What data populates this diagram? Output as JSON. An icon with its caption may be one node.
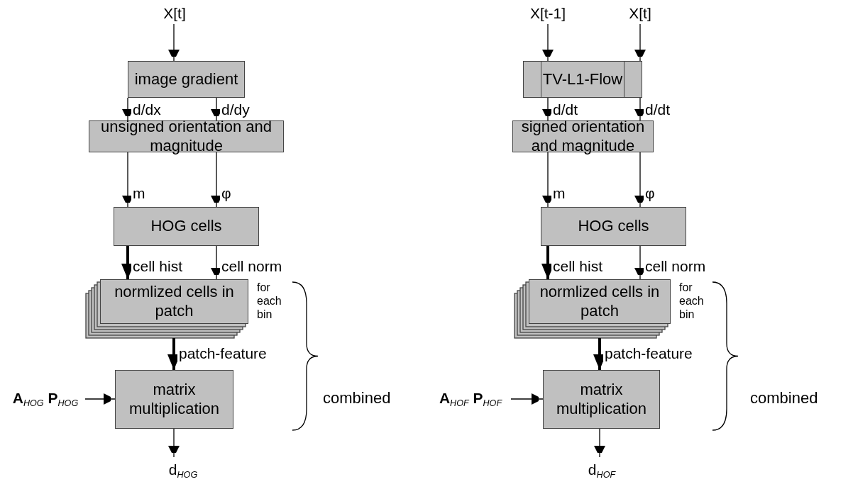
{
  "diagram": {
    "nodes": [
      {
        "text": [
          "X[t]"
        ]
      },
      {
        "text": [
          "image gradient"
        ]
      },
      {
        "text": [
          "unsigned orientation and magnitude"
        ]
      },
      {
        "text": [
          "HOG cells"
        ]
      },
      {
        "text": [
          "normlized cells in patch"
        ],
        "beside": [
          "for each bin"
        ]
      },
      {
        "text": [
          "matrix multiplication"
        ]
      },
      {
        "text": [
          "**A**$_{HOG}$ **P**$_{HOG}$"
        ]
      },
      {
        "text": [
          "d$_{HOG}$"
        ]
      },
      {
        "text": [
          "X[t-1]"
        ]
      },
      {
        "text": [
          "X[t]"
        ]
      },
      {
        "text": [
          "TV-L1-Flow"
        ]
      },
      {
        "text": [
          "signed orientation and magnitude"
        ]
      },
      {
        "text": [
          "HOG cells"
        ]
      },
      {
        "text": [
          "normlized cells in patch"
        ],
        "beside": [
          "for each bin"
        ]
      },
      {
        "text": [
          "matrix multiplication"
        ]
      },
      {
        "text": [
          "**A**$_{HOF}$ **P**$_{HOF}$"
        ]
      },
      {
        "text": [
          "d$_{HOF}$"
        ]
      }
    ],
    "edges": [
      {
        "from": 0,
        "to": 1,
        "arrow": "to"
      },
      {
        "from": 1,
        "to": 2,
        "arrow": "to",
        "label": "d/dx"
      },
      {
        "from": 1,
        "to": 2,
        "arrow": "to",
        "label": "d/dy"
      },
      {
        "from": 2,
        "to": 3,
        "arrow": "to",
        "label": "m"
      },
      {
        "from": 2,
        "to": 3,
        "arrow": "to",
        "label": "φ"
      },
      {
        "from": 3,
        "to": 4,
        "arrow": "to",
        "label": "cell hist",
        "style": "thick"
      },
      {
        "from": 3,
        "to": 4,
        "arrow": "to",
        "label": "cell norm"
      },
      {
        "from": 4,
        "to": 5,
        "arrow": "to",
        "label": "patch-feature",
        "style": "thick"
      },
      {
        "from": 6,
        "to": 5,
        "arrow": "to"
      },
      {
        "from": 5,
        "to": 7,
        "arrow": "to"
      },
      {
        "from": 8,
        "to": 10,
        "arrow": "to"
      },
      {
        "from": 9,
        "to": 10,
        "arrow": "to"
      },
      {
        "from": 10,
        "to": 11,
        "arrow": "to",
        "label": "d/dt"
      },
      {
        "from": 10,
        "to": 11,
        "arrow": "to",
        "label": "d/dt"
      },
      {
        "from": 11,
        "to": 12,
        "arrow": "to",
        "label": "m"
      },
      {
        "from": 11,
        "to": 12,
        "arrow": "to",
        "label": "φ"
      },
      {
        "from": 12,
        "to": 13,
        "arrow": "to",
        "label": "cell hist",
        "style": "thick"
      },
      {
        "from": 12,
        "to": 13,
        "arrow": "to",
        "label": "cell norm"
      },
      {
        "from": 13,
        "to": 14,
        "arrow": "to",
        "label": "patch-feature",
        "style": "thick"
      },
      {
        "from": 15,
        "to": 14,
        "arrow": "to"
      },
      {
        "from": 14,
        "to": 16,
        "arrow": "to"
      }
    ],
    "labels": [
      "combined",
      "combined"
    ]
  }
}
